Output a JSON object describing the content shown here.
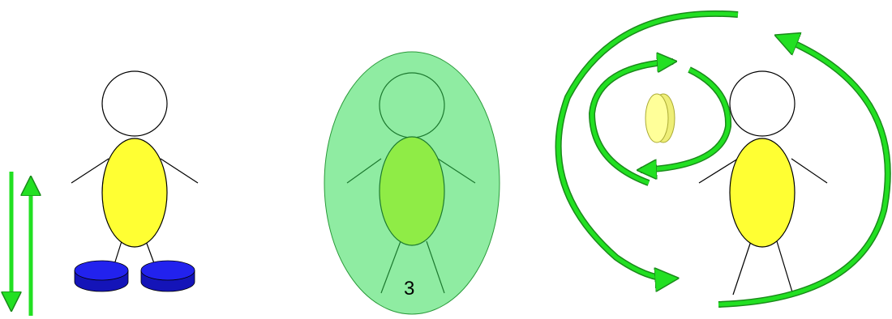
{
  "panels": [
    {
      "id": "panel-1",
      "figure": "stick-figure",
      "feature": "blue-disc-shoes",
      "indicator": "up-down-arrows"
    },
    {
      "id": "panel-2",
      "figure": "stick-figure",
      "feature": "green-oval-aura",
      "label": "3"
    },
    {
      "id": "panel-3",
      "figure": "stick-figure",
      "feature": "yellow-coin",
      "indicator": "circular-arrows"
    }
  ],
  "colors": {
    "arrow": "#22e022",
    "arrow_stroke": "#1a8a1a",
    "body": "#ffff33",
    "shoe": "#1a1aee",
    "aura": "#33dd55",
    "body_on_aura": "#88ee44",
    "coin": "#ffff99"
  },
  "icons": [
    "down-arrow-icon",
    "up-arrow-icon",
    "cycle-arrow-icon"
  ]
}
